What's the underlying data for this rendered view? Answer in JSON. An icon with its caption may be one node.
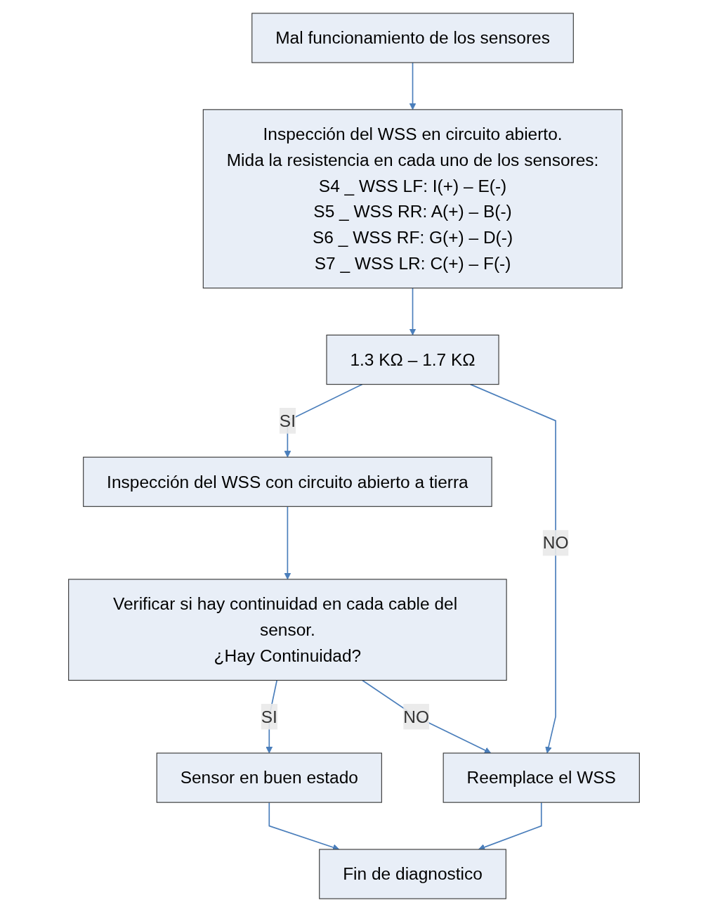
{
  "diagram": {
    "nodes": [
      {
        "text": [
          "Mal funcionamiento de los sensores"
        ]
      },
      {
        "text": [
          "Inspección del WSS en circuito abierto.",
          "Mida la resistencia en cada uno de los sensores:",
          "S4 _ WSS LF: I(+) – E(-)",
          "S5 _ WSS RR: A(+) – B(-)",
          "S6 _ WSS RF: G(+) – D(-)",
          "S7 _ WSS LR: C(+) – F(-)"
        ]
      },
      {
        "text": [
          "1.3 KΩ – 1.7 KΩ"
        ]
      },
      {
        "text": [
          "Inspección del WSS con circuito abierto a tierra"
        ]
      },
      {
        "text": [
          "Verificar si hay continuidad en cada cable del sensor.",
          "¿Hay Continuidad?"
        ]
      },
      {
        "text": [
          "Sensor en buen estado"
        ]
      },
      {
        "text": [
          "Reemplace el WSS"
        ]
      },
      {
        "text": [
          "Fin de diagnostico"
        ]
      }
    ],
    "edges": [
      {
        "from": 0,
        "to": 1,
        "arrow": "to"
      },
      {
        "from": 1,
        "to": 2,
        "arrow": "to"
      },
      {
        "from": 2,
        "to": 3,
        "arrow": "to",
        "label": "SI"
      },
      {
        "from": 2,
        "to": 6,
        "arrow": "to",
        "label": "NO"
      },
      {
        "from": 3,
        "to": 4,
        "arrow": "to"
      },
      {
        "from": 4,
        "to": 5,
        "arrow": "to",
        "label": "SI"
      },
      {
        "from": 4,
        "to": 6,
        "arrow": "to",
        "label": "NO"
      },
      {
        "from": 5,
        "to": 7,
        "arrow": "to"
      },
      {
        "from": 6,
        "to": 7,
        "arrow": "to"
      }
    ]
  }
}
